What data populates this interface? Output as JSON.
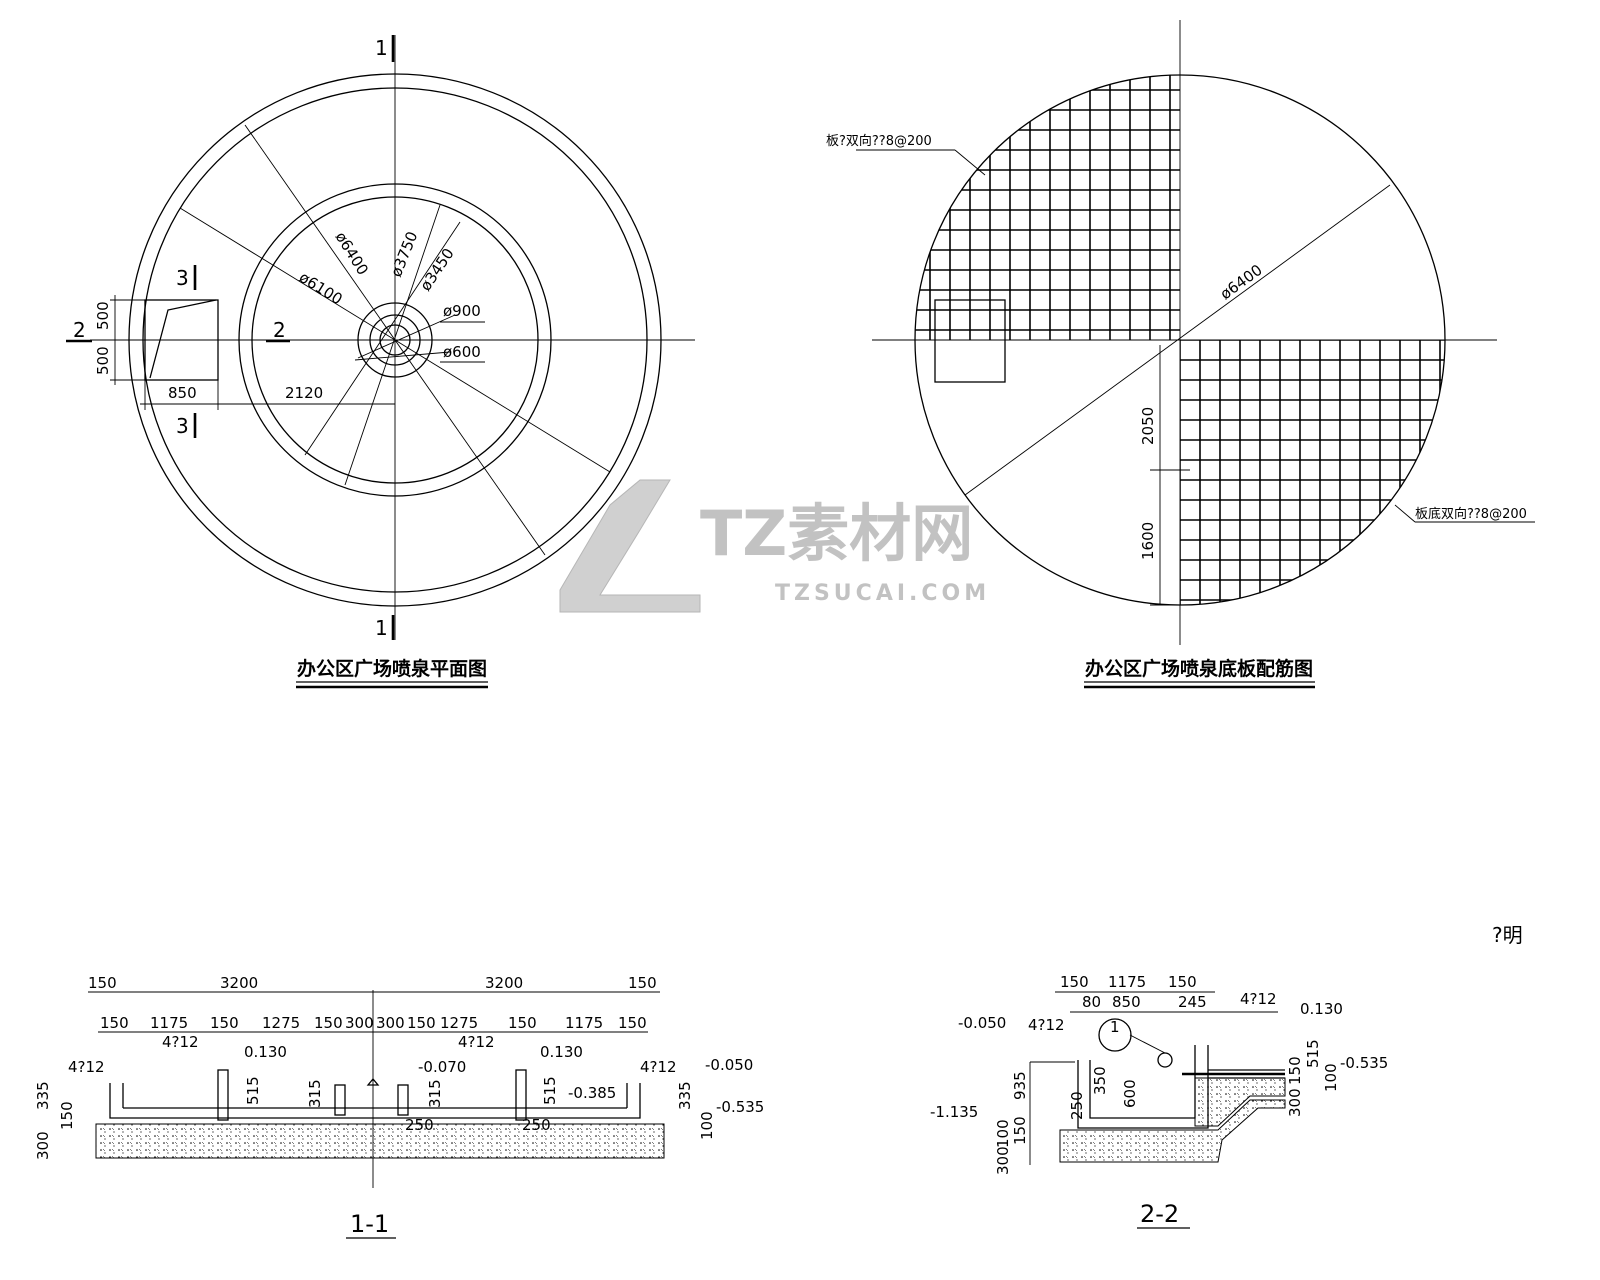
{
  "plan": {
    "title": "办公区广场喷泉平面图",
    "section_marks": {
      "s1": "1",
      "s2": "2",
      "s3": "3"
    },
    "diameters": [
      "ø6400",
      "ø6100",
      "ø3750",
      "ø3450",
      "ø900",
      "ø600"
    ],
    "dims": {
      "d500a": "500",
      "d500b": "500",
      "d850": "850",
      "d2120": "2120"
    }
  },
  "rebar_plan": {
    "title": "办公区广场喷泉底板配筋图",
    "top_note": "板?双向??8@200",
    "bottom_note": "板底双向??8@200",
    "diameter": "ø6400",
    "dims": {
      "d2050": "2050",
      "d1600": "1600"
    }
  },
  "watermark": {
    "brand": "TZ素材网",
    "url": "TZSUCAI.COM"
  },
  "note_label": "?明",
  "section_1_1": {
    "title": "1-1",
    "top_dims": [
      "150",
      "3200",
      "3200",
      "150"
    ],
    "sub_dims": [
      "150",
      "1175",
      "150",
      "1275",
      "150",
      "300",
      "300",
      "150",
      "1275",
      "150",
      "1175",
      "150"
    ],
    "rebar": "4?12",
    "elevations": {
      "e1": "0.130",
      "e2": "0.130",
      "e3": "-0.070",
      "e4": "-0.385",
      "e5": "-0.050",
      "e6": "-0.535"
    },
    "heights": {
      "h515": "515",
      "h315": "315",
      "h335": "335",
      "h150": "150",
      "h300": "300",
      "h100": "100",
      "h250": "250"
    }
  },
  "section_2_2": {
    "title": "2-2",
    "top_dims": [
      "150",
      "1175",
      "150"
    ],
    "sub_dims": [
      "80",
      "850",
      "245"
    ],
    "rebar": "4?12",
    "detail_ref": "1",
    "elevations": {
      "e1": "-0.050",
      "e2": "-1.135",
      "e3": "0.130",
      "e4": "-0.535"
    },
    "heights": {
      "h935": "935",
      "h350": "350",
      "h600": "600",
      "h250": "250",
      "h150": "150",
      "h100": "100",
      "h300": "300",
      "h515": "515"
    }
  }
}
